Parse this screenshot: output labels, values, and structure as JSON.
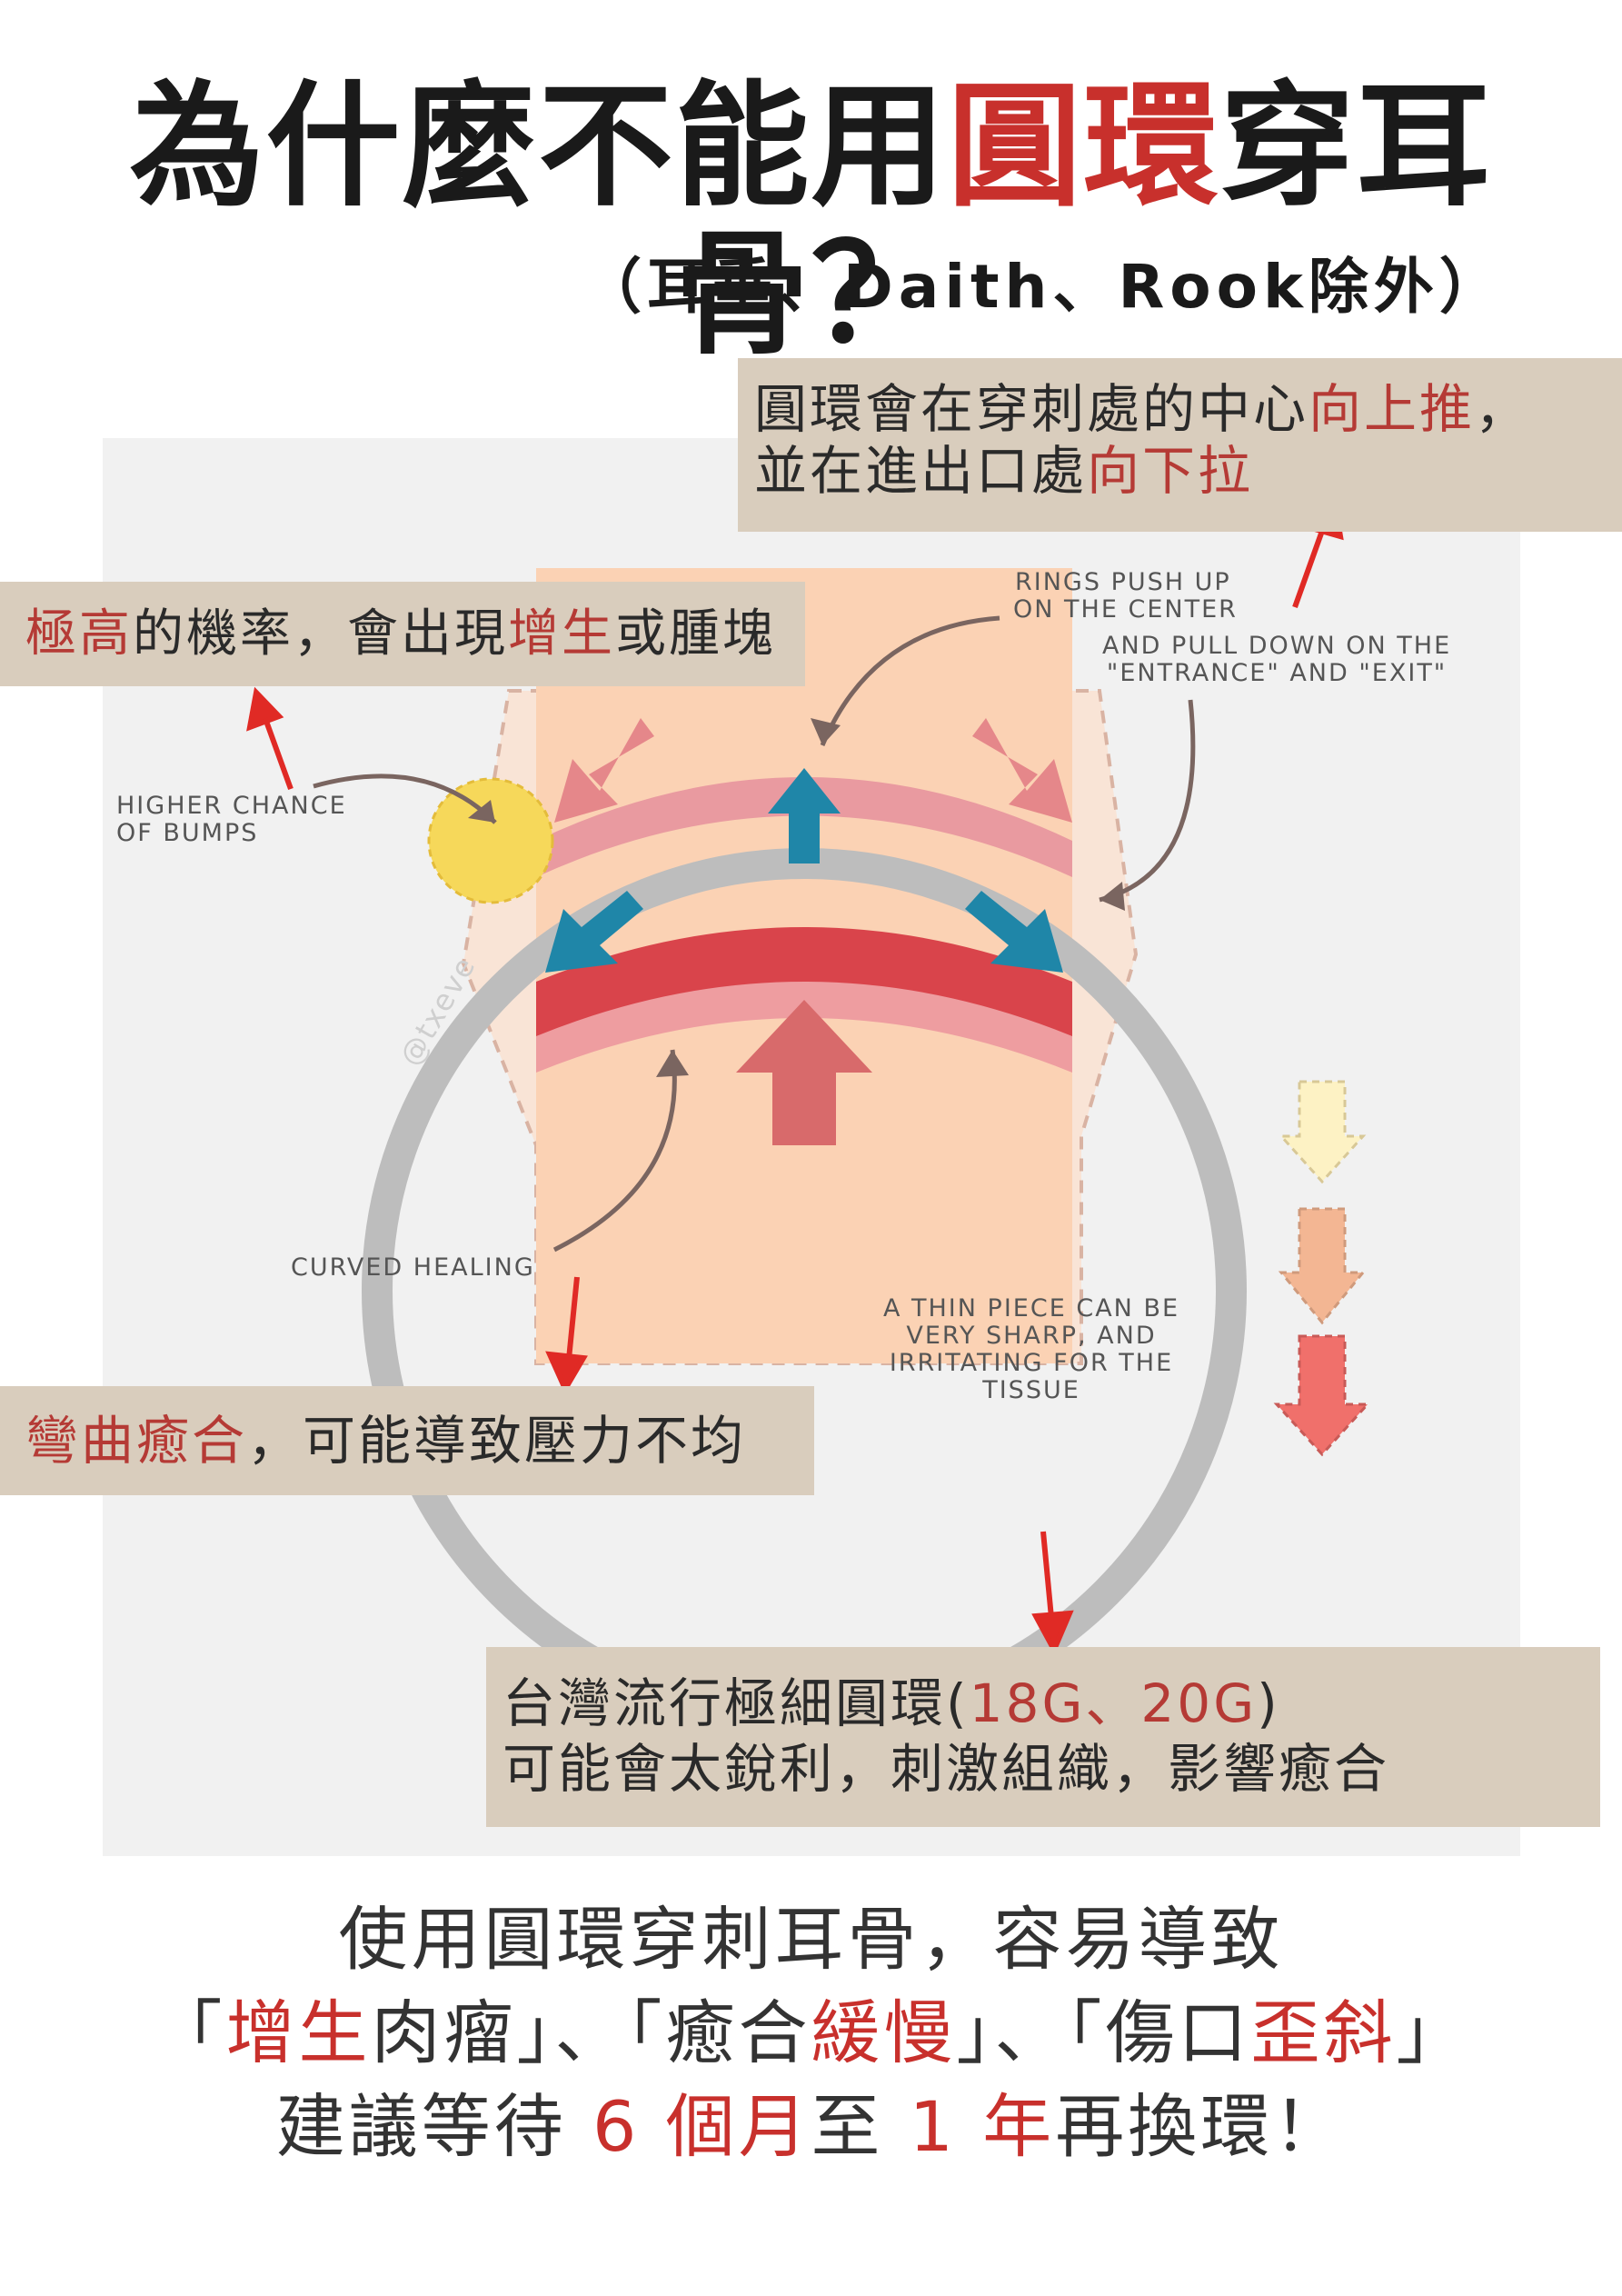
{
  "title": {
    "part1": "為什麼不能用",
    "highlight": "圓環",
    "part2": "穿耳骨？"
  },
  "subtitle": "（耳垂、Daith、Rook除外）",
  "annotations_zh": {
    "top": {
      "line1_a": "圓環會在穿刺處的中心",
      "line1_b": "向上推",
      "line1_c": "，",
      "line2_a": "並在進出口處",
      "line2_b": "向下拉"
    },
    "bumps": {
      "a": "極高",
      "b": "的機率，會出現",
      "c": "增生",
      "d": "或腫塊"
    },
    "curved": {
      "a": "彎曲癒合",
      "b": "，可能導致壓力不均"
    },
    "thin": {
      "line1_a": "台灣流行極細圓環(",
      "line1_b": "18G、20G",
      "line1_c": ")",
      "line2": "可能會太銳利，刺激組織，影響癒合"
    }
  },
  "labels_en": {
    "rings_push_up_1": "RINGS PUSH UP",
    "rings_push_up_2": "ON THE CENTER",
    "pull_down_1": "AND PULL DOWN ON THE",
    "pull_down_2": "\"ENTRANCE\" AND \"EXIT\"",
    "bumps_1": "HIGHER CHANCE",
    "bumps_2": "OF BUMPS",
    "curved": "CURVED HEALING",
    "thin_1": "A THIN PIECE CAN BE",
    "thin_2": "VERY SHARP, AND",
    "thin_3": "IRRITATING FOR THE",
    "thin_4": "TISSUE"
  },
  "watermark": "@txeve",
  "bottom": {
    "line1": "使用圓環穿刺耳骨，容易導致",
    "line2": {
      "q1_open": "「",
      "q1_red": "增生",
      "q1_rest": "肉瘤",
      "q1_close": "」",
      "sep1": "、",
      "q2_open": "「",
      "q2_a": "癒合",
      "q2_red": "緩慢",
      "q2_close": "」",
      "sep2": "、",
      "q3_open": "「",
      "q3_a": "傷口",
      "q3_red": "歪斜",
      "q3_close": "」"
    },
    "line3": {
      "a": "建議等待",
      "num1": "6",
      "b": "個月",
      "c": "至",
      "num2": "1",
      "d": "年",
      "e": "再換環！"
    }
  },
  "colors": {
    "accent_red": "#c8302c",
    "box_bg": "#d9cdbd",
    "tissue": "#fbd2b4",
    "ring": "#bdbdbd",
    "blue_arrow": "#1f86a8",
    "bump": "#f6d85a"
  }
}
